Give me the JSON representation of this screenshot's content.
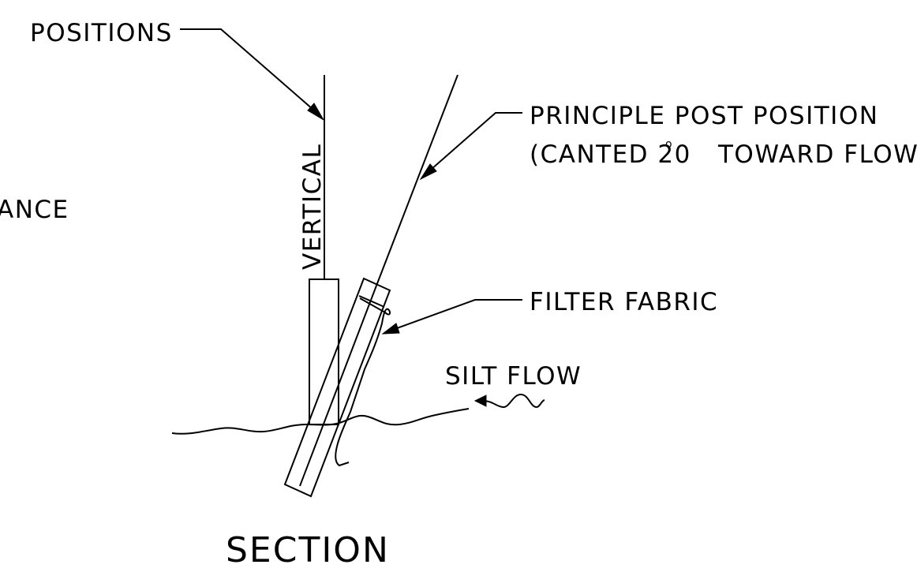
{
  "labels": {
    "positions": "POSITIONS",
    "distance_fragment": "ANCE",
    "vertical": "VERTICAL",
    "principle_post_line1": "PRINCIPLE POST POSITION",
    "principle_post_line2_prefix": "(CANTED 20",
    "degree_symbol": "o",
    "principle_post_line2_suffix": "TOWARD FLOW)",
    "filter_fabric": "FILTER FABRIC",
    "silt_flow": "SILT FLOW",
    "section_title": "SECTION"
  },
  "colors": {
    "ink": "#000000",
    "paper": "#ffffff"
  }
}
